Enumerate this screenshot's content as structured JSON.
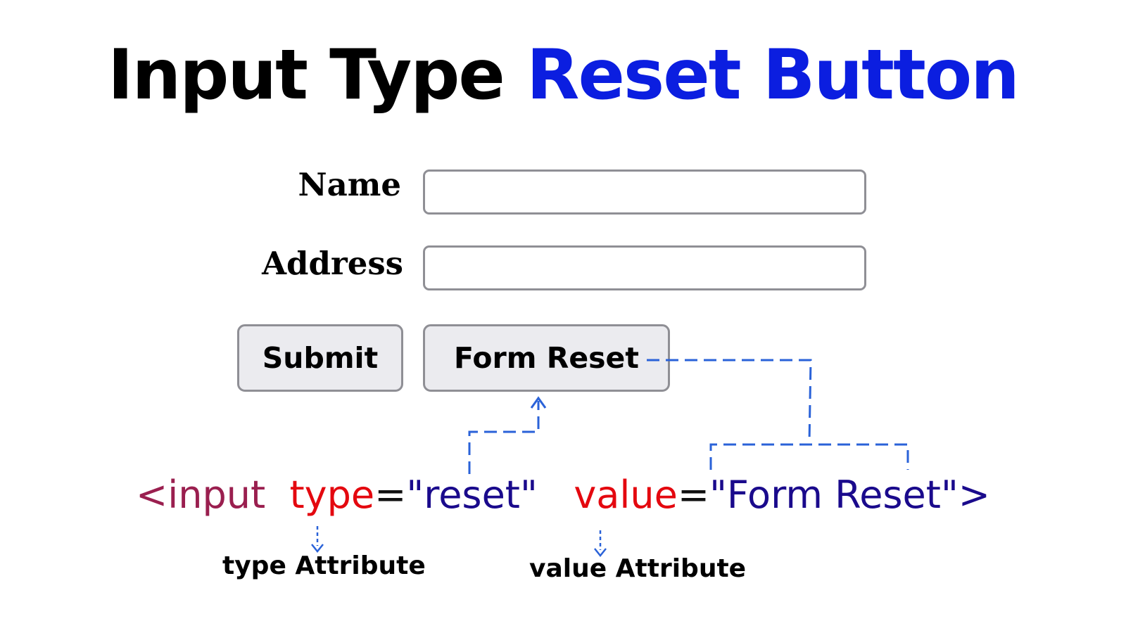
{
  "title": {
    "part1": "Input Type",
    "part2": "Reset Button"
  },
  "form": {
    "name_label": "Name",
    "name_value": "",
    "address_label": "Address",
    "address_value": "",
    "submit_label": "Submit",
    "reset_label": "Form Reset"
  },
  "code": {
    "open": "<input",
    "type_attr": "type",
    "eq1": "=",
    "type_val": "\"reset\"",
    "value_attr": "value",
    "eq2": "=",
    "value_val": "\"Form Reset\"",
    "close": ">"
  },
  "annotations": {
    "type_caption": "type Attribute",
    "value_caption": "value Attribute"
  },
  "colors": {
    "title_accent": "#0b1ee0",
    "connector": "#2a62d8",
    "tag": "#9a1f4f",
    "attribute": "#e4080f",
    "attribute_value": "#1a0a8c"
  }
}
